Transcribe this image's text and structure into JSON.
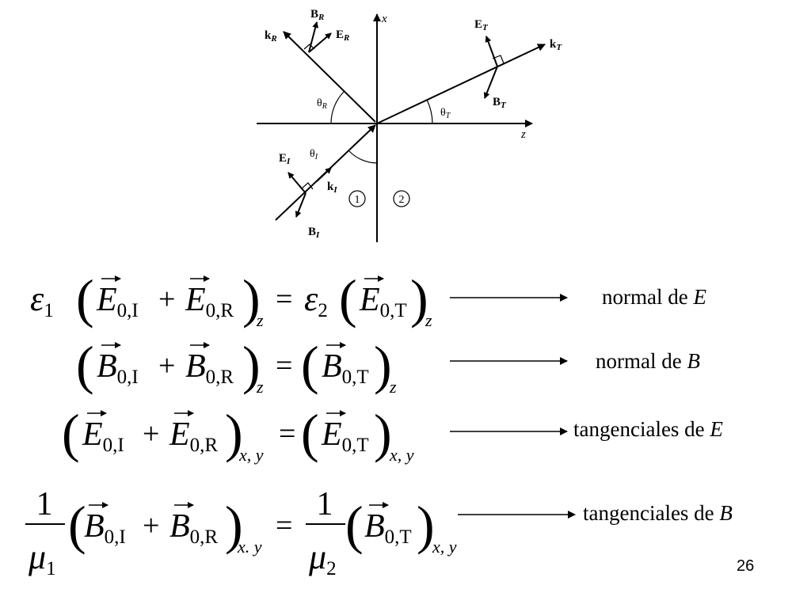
{
  "diagram": {
    "axis_x": "x",
    "axis_z": "z",
    "medium_1": "1",
    "medium_2": "2",
    "incident": {
      "k": "k",
      "k_sub": "I",
      "E": "E",
      "E_sub": "I",
      "B": "B",
      "B_sub": "I",
      "theta": "θ",
      "theta_sub": "I"
    },
    "reflected": {
      "k": "k",
      "k_sub": "R",
      "E": "E",
      "E_sub": "R",
      "B": "B",
      "B_sub": "R",
      "theta": "θ",
      "theta_sub": "R"
    },
    "transmitted": {
      "k": "k",
      "k_sub": "T",
      "E": "E",
      "E_sub": "T",
      "B": "B",
      "B_sub": "T",
      "theta": "θ",
      "theta_sub": "T"
    }
  },
  "equations": [
    {
      "lhs_coef": "ε",
      "lhs_coef_sub": "1",
      "field": "E",
      "term1_sub": "0,I",
      "term2_sub": "0,R",
      "lhs_comp": "z",
      "rhs_coef": "ε",
      "rhs_coef_sub": "2",
      "rhs_sub": "0,T",
      "rhs_comp": "z",
      "label_prefix": "normal de ",
      "label_var": "E"
    },
    {
      "field": "B",
      "term1_sub": "0,I",
      "term2_sub": "0,R",
      "lhs_comp": "z",
      "rhs_sub": "0,T",
      "rhs_comp": "z",
      "label_prefix": "normal de ",
      "label_var": "B"
    },
    {
      "field": "E",
      "term1_sub": "0,I",
      "term2_sub": "0,R",
      "lhs_comp": "x, y",
      "rhs_sub": "0,T",
      "rhs_comp": "x, y",
      "label_prefix": "tangenciales de ",
      "label_var": "E"
    },
    {
      "lhs_num": "1",
      "lhs_den": "μ",
      "lhs_den_sub": "1",
      "field": "B",
      "term1_sub": "0,I",
      "term2_sub": "0,R",
      "lhs_comp": "x. y",
      "rhs_num": "1",
      "rhs_den": "μ",
      "rhs_den_sub": "2",
      "rhs_sub": "0,T",
      "rhs_comp": "x, y",
      "label_prefix": "tangenciales de ",
      "label_var": "B"
    }
  ],
  "page_number": "26"
}
